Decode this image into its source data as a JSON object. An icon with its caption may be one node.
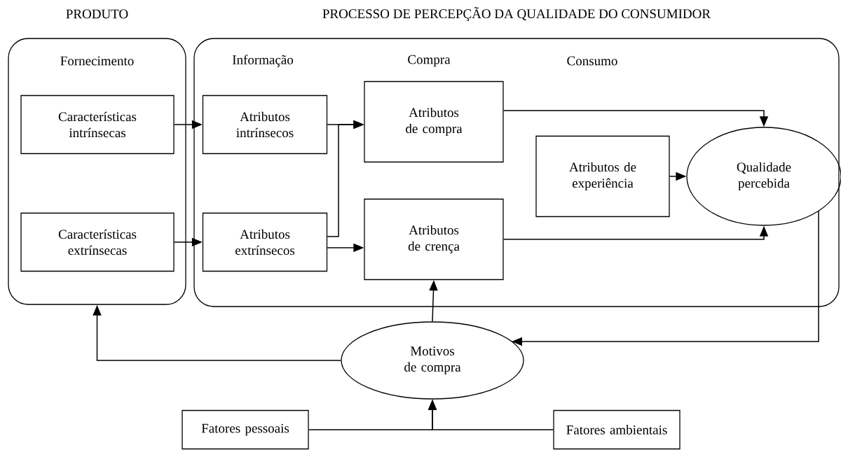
{
  "diagram": {
    "nodes": [
      {
        "text": [
          "PRODUTO",
          "Fornecimento"
        ]
      },
      {
        "text": [
          "PROCESSO DE PERCEPÇÃO DA QUALIDADE DO CONSUMIDOR"
        ]
      },
      {
        "text": [
          "Características intrínsecas"
        ],
        "in": 0
      },
      {
        "text": [
          "Características extrínsecas"
        ],
        "in": 0
      },
      {
        "text": [
          "Atributos intrínsecos"
        ],
        "in": 1
      },
      {
        "text": [
          "Atributos extrínsecos"
        ],
        "in": 1
      },
      {
        "text": [
          "Atributos de compra"
        ],
        "in": 1
      },
      {
        "text": [
          "Atributos de crença"
        ],
        "in": 1
      },
      {
        "text": [
          "Atributos de experiência"
        ],
        "in": 1
      },
      {
        "text": [
          "Qualidade percebida"
        ],
        "in": 1
      },
      {
        "text": [
          "Motivos de compra"
        ]
      },
      {
        "text": [
          "Fatores pessoais"
        ]
      },
      {
        "text": [
          "Fatores ambientais"
        ]
      }
    ],
    "edges": [
      {
        "from": 2,
        "to": 4,
        "arrow": "to"
      },
      {
        "from": 3,
        "to": 5,
        "arrow": "to"
      },
      {
        "from": 4,
        "to": 6,
        "arrow": "to"
      },
      {
        "from": 5,
        "to": 6,
        "arrow": "to"
      },
      {
        "from": 5,
        "to": 7,
        "arrow": "to"
      },
      {
        "from": 6,
        "to": 9,
        "arrow": "to"
      },
      {
        "from": 8,
        "to": 9,
        "arrow": "to"
      },
      {
        "from": 7,
        "to": 9,
        "arrow": "to"
      },
      {
        "from": 10,
        "to": 7,
        "arrow": "to"
      },
      {
        "from": 9,
        "to": 10,
        "arrow": "to"
      },
      {
        "from": 10,
        "to": 0,
        "arrow": "to"
      },
      {
        "from": 11,
        "to": 10,
        "arrow": "to"
      },
      {
        "from": 12,
        "to": 10,
        "arrow": "to"
      }
    ],
    "labels": [
      "Informação",
      "Compra",
      "Consumo"
    ]
  }
}
